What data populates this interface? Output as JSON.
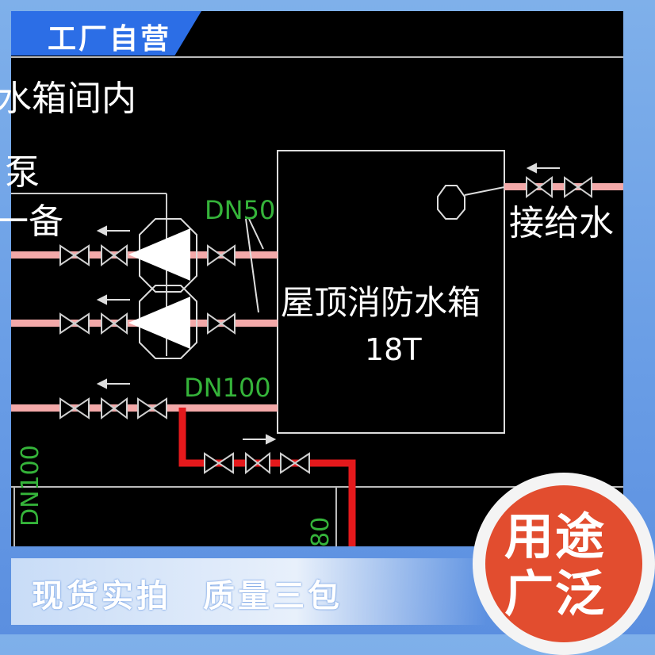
{
  "banner": {
    "label": "工厂自营"
  },
  "diagram": {
    "room_label": "水箱间内",
    "pump_label": "泵",
    "standby_label": "一备",
    "dn50_label": "DN50",
    "dn100_label": "DN100",
    "dn100_vertical_label": "DN100",
    "partial_vertical_label": "80",
    "tank_name": "屋顶消防水箱",
    "tank_capacity": "18T",
    "supply_label": "接给水"
  },
  "bottom": {
    "left_text": "现货实拍",
    "right_text": "质量三包"
  },
  "badge": {
    "line1": "用途",
    "line2": "广泛"
  },
  "colors": {
    "pipe": "#f3a9a9",
    "pipe_red": "#e5191c",
    "banner": "#2c6ee6",
    "badge": "#e24d2f"
  }
}
